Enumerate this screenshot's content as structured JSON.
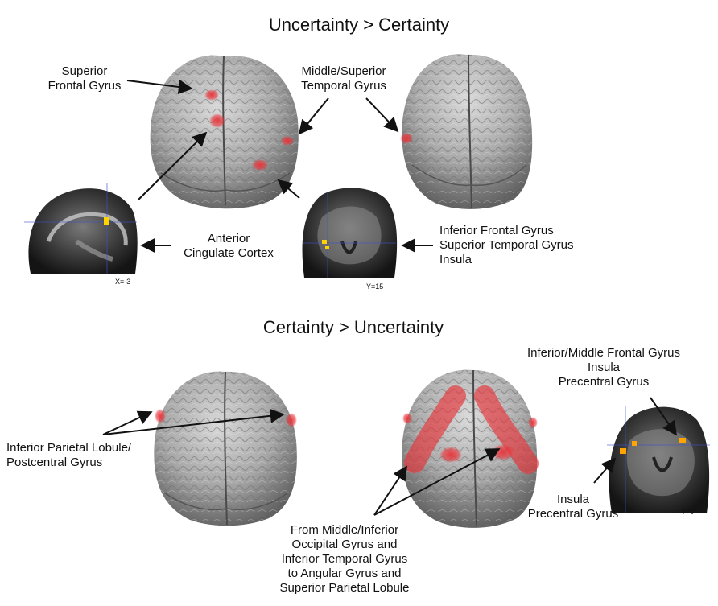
{
  "panel_top": {
    "title": "Uncertainty > Certainty",
    "labels": {
      "superior_frontal": [
        "Superior",
        "Frontal Gyrus"
      ],
      "middle_superior_temporal": [
        "Middle/Superior",
        "Temporal Gyrus"
      ],
      "anterior_cingulate": [
        "Anterior",
        "Cingulate Cortex"
      ],
      "inferior_frontal_group": [
        "Inferior Frontal Gyrus",
        "Superior Temporal Gyrus",
        "Insula"
      ]
    },
    "slice_sagittal_coord": "X=-3",
    "slice_coronal_coord": "Y=15"
  },
  "panel_bottom": {
    "title": "Certainty > Uncertainty",
    "labels": {
      "inferior_parietal": [
        "Inferior Parietal Lobule/",
        "Postcentral Gyrus"
      ],
      "inferior_middle_frontal": [
        "Inferior/Middle Frontal Gyrus",
        "Insula",
        "Precentral Gyrus"
      ],
      "insula_precentral": [
        "Insula",
        "Precentral Gyrus"
      ],
      "occipital_group": [
        "From Middle/Inferior",
        "Occipital Gyrus and",
        "Inferior Temporal Gyrus",
        "to Angular Gyrus and",
        "Superior Parietal Lobule"
      ]
    },
    "slice_coronal_coord": "Y=0"
  },
  "colors": {
    "activation_red": "#e8343a",
    "activation_yellow": "#ffd400",
    "brain_gray": "#a9a9a9",
    "mri_dark": "#1c1c1c",
    "crosshair_blue": "#3f51c8"
  }
}
